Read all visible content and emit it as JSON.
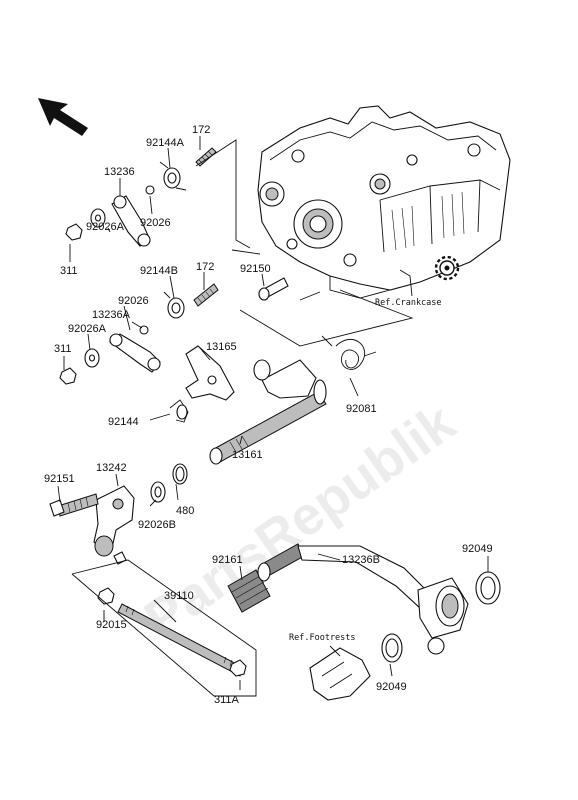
{
  "watermark": "PartsRepublik",
  "refs": {
    "crankcase": "Ref.Crankcase",
    "footrests": "Ref.Footrests"
  },
  "labels": {
    "l172a": "172",
    "l92144a": "92144A",
    "l13236": "13236",
    "l92026a_top": "92026",
    "l92026A_top": "92026A",
    "l311_top": "311",
    "l92144b": "92144B",
    "l172b": "172",
    "l92150": "92150",
    "l92026_mid": "92026",
    "l13236a": "13236A",
    "l92026A_mid": "92026A",
    "l311_mid": "311",
    "l13165": "13165",
    "l92081": "92081",
    "l92144": "92144",
    "l13161": "13161",
    "l92151": "92151",
    "l13242": "13242",
    "l480": "480",
    "l92026b": "92026B",
    "l92161": "92161",
    "l13236b": "13236B",
    "l92049a": "92049",
    "l39110": "39110",
    "l92015": "92015",
    "l92049b": "92049",
    "l311a": "311A"
  },
  "icons": {
    "direction": "front-arrow-icon",
    "gear": "gear-icon"
  }
}
